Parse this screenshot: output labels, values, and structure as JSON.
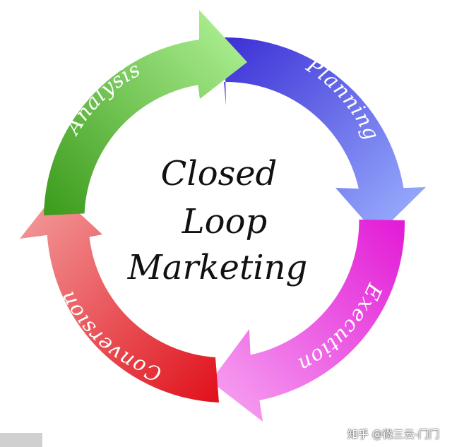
{
  "diagram": {
    "center_lines": [
      "Closed",
      "Loop",
      "Marketing"
    ],
    "segments": [
      {
        "label": "Planning",
        "color_start": "#3b2fd6",
        "color_end": "#9fb6ff"
      },
      {
        "label": "Execution",
        "color_start": "#e21ad6",
        "color_end": "#f7a8f2"
      },
      {
        "label": "Conversion",
        "color_start": "#e0101a",
        "color_end": "#f3a0a0"
      },
      {
        "label": "Analysis",
        "color_start": "#3a9a1a",
        "color_end": "#b5f59a"
      }
    ]
  },
  "watermark": "知乎 @微三云-门门"
}
